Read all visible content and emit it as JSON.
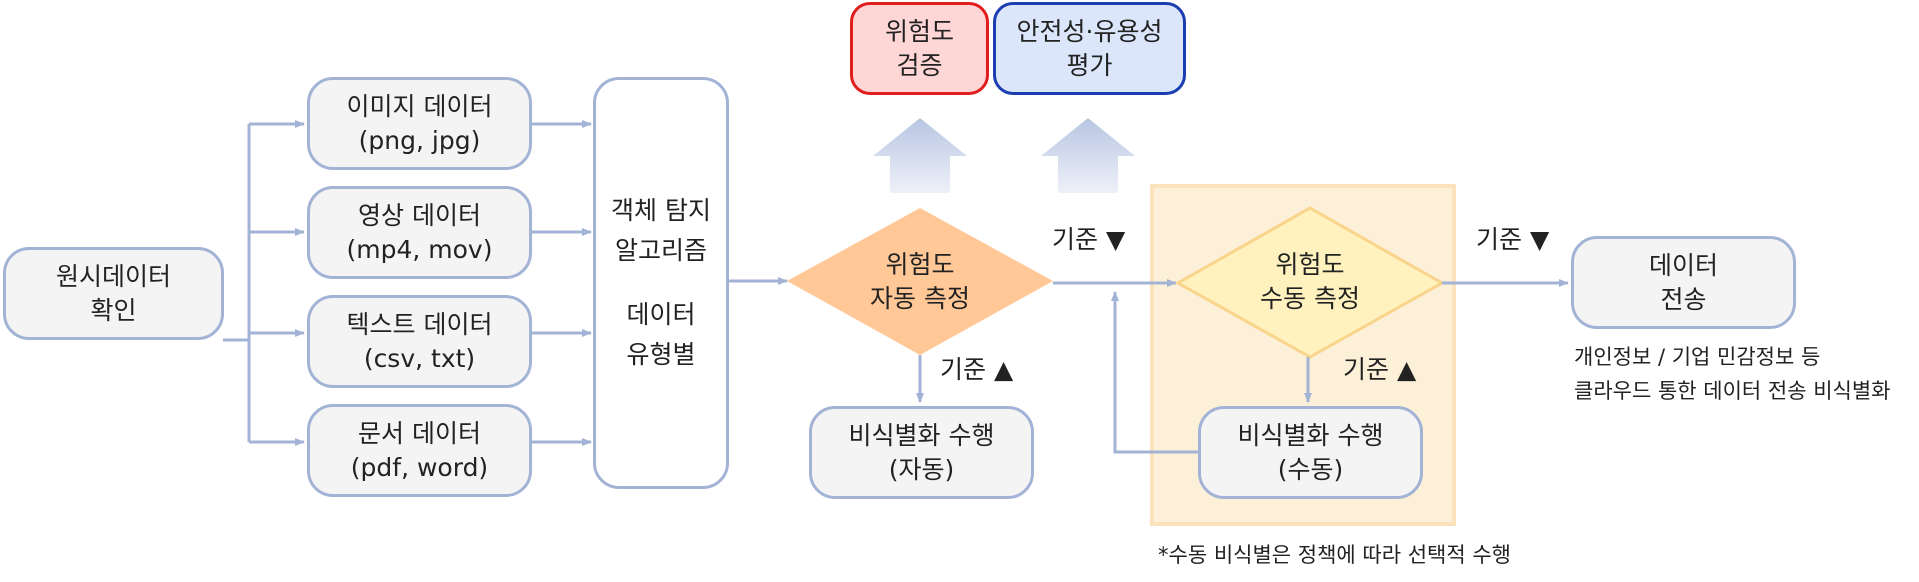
{
  "nodes": {
    "raw_data": [
      "원시데이터",
      "확인"
    ],
    "image_data": [
      "이미지 데이터",
      "(png, jpg)"
    ],
    "video_data": [
      "영상 데이터",
      "(mp4, mov)"
    ],
    "text_data": [
      "텍스트 데이터",
      "(csv, txt)"
    ],
    "document_data": [
      "문서 데이터",
      "(pdf, word)"
    ],
    "object_detection": [
      "객체 탐지",
      "알고리즘"
    ],
    "data_type": [
      "데이터",
      "유형별"
    ],
    "risk_auto": [
      "위험도",
      "자동 측정"
    ],
    "risk_manual": [
      "위험도",
      "수동 측정"
    ],
    "deid_auto": [
      "비식별화 수행",
      "(자동)"
    ],
    "deid_manual": [
      "비식별화 수행",
      "(수동)"
    ],
    "risk_verify": [
      "위험도",
      "검증"
    ],
    "safety_eval": [
      "안전성·유용성",
      "평가"
    ],
    "data_transfer": [
      "데이터",
      "전송"
    ]
  },
  "labels": {
    "criterion_down_1": "기준 ▼",
    "criterion_down_2": "기준 ▼",
    "criterion_up_1": "기준 ▲",
    "criterion_up_2": "기준 ▲"
  },
  "notes": {
    "transfer_note_1": "개인정보 / 기업 민감정보 등",
    "transfer_note_2": "클라우드 통한 데이터 전송 비식별화",
    "manual_note": "*수동 비식별은 정책에 따라 선택적 수행"
  },
  "colors": {
    "border": "#a3b3d6",
    "box_fill": "#f4f4f4",
    "auto_diamond": "#ffc896",
    "manual_diamond": "#fff2bf",
    "manual_zone": "#fdf0d8",
    "verify_fill": "#ffd6d6",
    "verify_border": "#e01e1e",
    "eval_fill": "#dbe6fa",
    "eval_border": "#1b3fb0"
  }
}
